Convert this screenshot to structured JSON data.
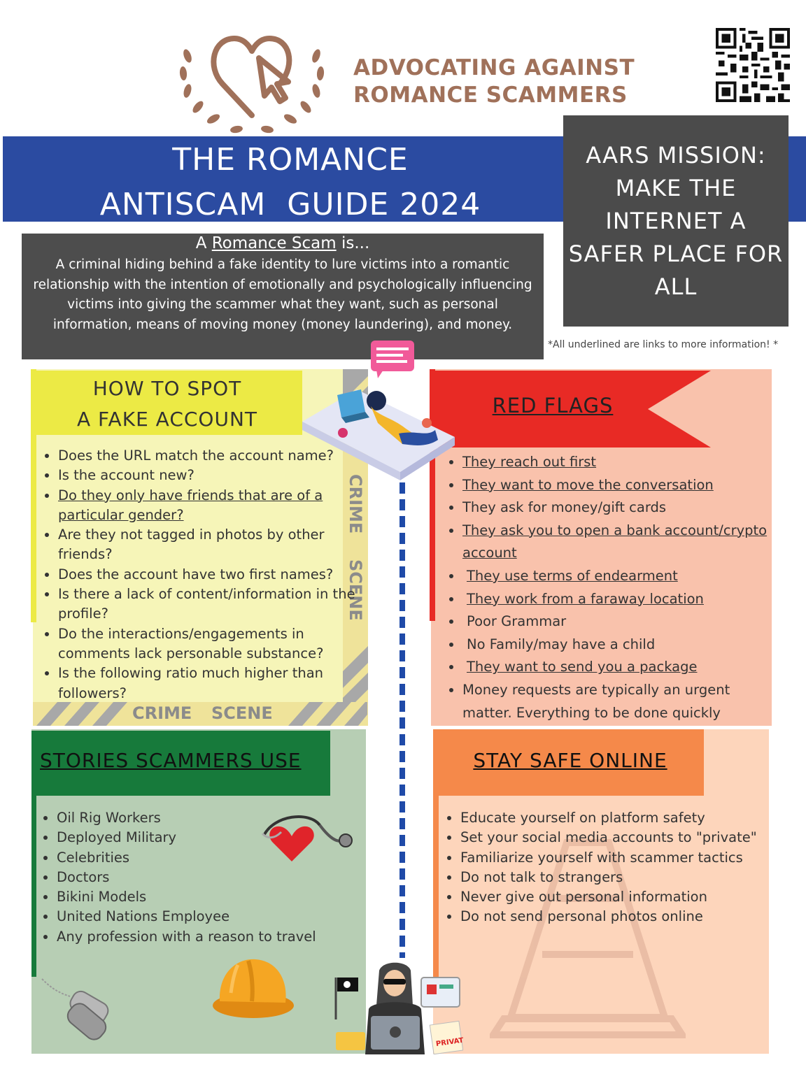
{
  "header": {
    "org_name_line1": "ADVOCATING AGAINST",
    "org_name_line2": "ROMANCE SCAMMERS"
  },
  "title": {
    "line1": "THE ROMANCE",
    "line2": "ANTISCAM  GUIDE 2024"
  },
  "mission": {
    "line1": "AARS MISSION:",
    "line2": "MAKE THE",
    "line3": "INTERNET A",
    "line4": "SAFER PLACE FOR",
    "line5": "ALL"
  },
  "definition": {
    "prefix": "A ",
    "link": "Romance Scam",
    "suffix": " is...",
    "body": "A criminal hiding behind a fake identity to lure victims into a romantic relationship with the intention of emotionally and psychologically influencing victims into giving the scammer what they want, such as personal information, means of moving money (money laundering), and money."
  },
  "note": "*All underlined are links to more information! *",
  "spot": {
    "heading_line1": "HOW TO SPOT",
    "heading_line2": "A FAKE ACCOUNT",
    "tape_vertical_1": "CRIME",
    "tape_vertical_2": "SCENE",
    "tape_horizontal_1": "CRIME",
    "tape_horizontal_2": "SCENE",
    "items": [
      {
        "text": "Does the URL match the account name?"
      },
      {
        "text": "Is the account new?"
      },
      {
        "text": "Do they only have friends that are of a particular gender?"
      },
      {
        "text": "Are they not tagged in photos by other friends?"
      },
      {
        "text": "Does the account have two first names?"
      },
      {
        "text": "Is there a lack of content/information in the profile?"
      },
      {
        "text": "Do the interactions/engagements in comments lack personable substance?"
      },
      {
        "text": "Is the following ratio much higher than followers?"
      }
    ]
  },
  "red_flags": {
    "heading": "RED FLAGS",
    "items": [
      {
        "text": "They reach out first"
      },
      {
        "text": "They want to move the conversation"
      },
      {
        "text": "They ask for money/gift cards"
      },
      {
        "text": "They ask you to open a bank account/crypto account"
      },
      {
        "text": "They use terms of endearment"
      },
      {
        "text": "They work from a faraway location"
      },
      {
        "text": "Poor Grammar"
      },
      {
        "text": "No Family/may have a child"
      },
      {
        "text": "They want to send you a package"
      },
      {
        "text": "Money requests are typically an urgent matter. Everything to be done quickly"
      }
    ]
  },
  "stories": {
    "heading": "STORIES SCAMMERS USE",
    "items": [
      {
        "text": "Oil Rig Workers"
      },
      {
        "text": "Deployed Military"
      },
      {
        "text": "Celebrities"
      },
      {
        "text": "Doctors"
      },
      {
        "text": "Bikini Models"
      },
      {
        "text": "United Nations Employee"
      },
      {
        "text": "Any profession with a reason to travel"
      }
    ]
  },
  "stay_safe": {
    "heading": "STAY SAFE ONLINE",
    "items": [
      {
        "text": "Educate yourself on platform safety"
      },
      {
        "text": "Set your social media accounts to \"private\""
      },
      {
        "text": "Familiarize yourself with scammer tactics"
      },
      {
        "text": "Do not talk to strangers"
      },
      {
        "text": "Never give out personal information"
      },
      {
        "text": "Do not send personal photos online"
      }
    ]
  },
  "illustration": {
    "private_stamp": "PRIVATE"
  },
  "colors": {
    "brand_brown": "#a0715a",
    "banner_blue": "#2b4ba1",
    "dark_gray": "#4b4b4b",
    "spot_yellow": "#ecea45",
    "red_flag": "#e82a25",
    "stories_green": "#177a3b",
    "safe_orange": "#f5894a"
  }
}
